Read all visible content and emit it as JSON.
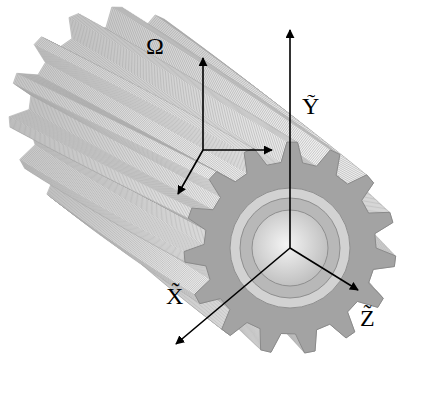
{
  "diagram": {
    "labels": [
      "Ω",
      "Ỹ",
      "X̃",
      "Z̃"
    ]
  }
}
